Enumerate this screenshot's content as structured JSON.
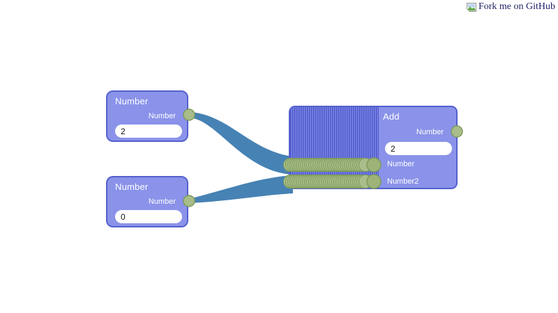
{
  "header": {
    "fork_label": "Fork me on GitHub"
  },
  "colors": {
    "node_fill": "#8a93e9",
    "node_border": "#5560ce",
    "node_text": "#ffffff",
    "stripe_dark": "#4c57c7",
    "stripe_light": "#7e88e8",
    "ribbon": "#4682b4",
    "port_fill": "#a9bd8b",
    "port_stroke": "#7d9b58",
    "port_end_fill": "#9db378",
    "input_bg": "#ffffff",
    "input_text": "#111111",
    "link_text": "#1f1f66"
  },
  "nodes": {
    "number1": {
      "title": "Number",
      "output_label": "Number",
      "value": "2"
    },
    "number2": {
      "title": "Number",
      "output_label": "Number",
      "value": "0"
    },
    "add": {
      "title": "Add",
      "output_label": "Number",
      "value": "2",
      "input1_label": "Number",
      "input2_label": "Number2"
    }
  }
}
